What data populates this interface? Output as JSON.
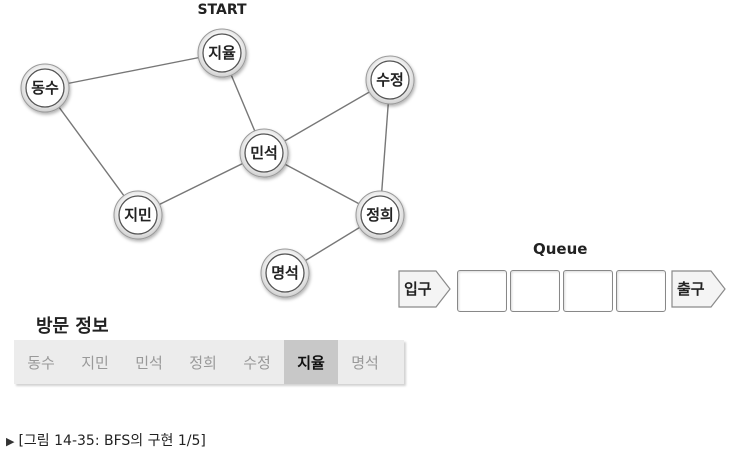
{
  "graph": {
    "start_label": "START",
    "nodes": [
      {
        "id": "jiyul",
        "label": "지율"
      },
      {
        "id": "dongsu",
        "label": "동수"
      },
      {
        "id": "sujeong",
        "label": "수정"
      },
      {
        "id": "minseok",
        "label": "민석"
      },
      {
        "id": "jimin",
        "label": "지민"
      },
      {
        "id": "jeonghui",
        "label": "정희"
      },
      {
        "id": "myeongseok",
        "label": "명석"
      }
    ],
    "edges": [
      [
        "jiyul",
        "dongsu"
      ],
      [
        "jiyul",
        "minseok"
      ],
      [
        "dongsu",
        "jimin"
      ],
      [
        "minseok",
        "jimin"
      ],
      [
        "minseok",
        "sujeong"
      ],
      [
        "minseok",
        "jeonghui"
      ],
      [
        "sujeong",
        "jeonghui"
      ],
      [
        "jeonghui",
        "myeongseok"
      ]
    ]
  },
  "queue": {
    "title": "Queue",
    "entry_label": "입구",
    "exit_label": "출구",
    "slots": [
      "",
      "",
      "",
      ""
    ]
  },
  "visited": {
    "title": "방문 정보",
    "items": [
      {
        "label": "동수",
        "active": false
      },
      {
        "label": "지민",
        "active": false
      },
      {
        "label": "민석",
        "active": false
      },
      {
        "label": "정희",
        "active": false
      },
      {
        "label": "수정",
        "active": false
      },
      {
        "label": "지율",
        "active": true
      },
      {
        "label": "명석",
        "active": false
      }
    ]
  },
  "caption": "[그림 14-35: BFS의 구현 1/5]"
}
